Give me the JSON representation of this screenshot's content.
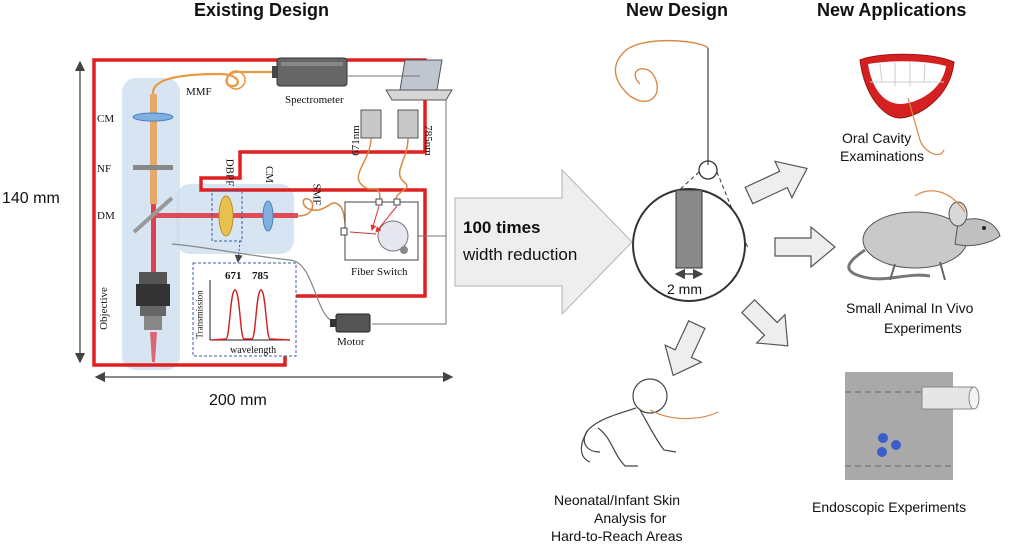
{
  "headers": {
    "existing": "Existing Design",
    "new_design": "New Design",
    "new_applications": "New Applications"
  },
  "dimensions": {
    "height": "140 mm",
    "width": "200 mm",
    "probe": "2 mm"
  },
  "setup": {
    "mmf": "MMF",
    "spectrometer": "Spectrometer",
    "cm_top": "CM",
    "nf": "NF",
    "dm": "DM",
    "objective": "Objective",
    "dbpf": "DBPF",
    "cm_side": "CM",
    "smf": "SMF",
    "laser_671": "671nm",
    "laser_785": "785nm",
    "fiber_switch": "Fiber Switch",
    "motor": "Motor",
    "inset_peak_1": "671",
    "inset_peak_2": "785",
    "inset_ylabel": "Transmission",
    "inset_xlabel": "wavelength"
  },
  "arrow": {
    "line1": "100 times",
    "line2": "width reduction"
  },
  "applications": {
    "oral_1": "Oral Cavity",
    "oral_2": "Examinations",
    "animal_1": "Small Animal In Vivo",
    "animal_2": "Experiments",
    "infant_1": "Neonatal/Infant Skin",
    "infant_2": "Analysis for",
    "infant_3": "Hard-to-Reach Areas",
    "endo": "Endoscopic Experiments"
  },
  "colors": {
    "housing_outline": "#e02020",
    "beam_red": "#e0303a",
    "beam_orange": "#e8a050",
    "fiber_orange": "#d98a45",
    "probe_gray": "#8a8a8a",
    "arrow_fill": "#eeeeee",
    "dot_blue": "#3a5fc8"
  },
  "icons": [
    "spectrometer-icon",
    "laptop-icon",
    "laser-icon",
    "motor-icon",
    "mouth-icon",
    "mouse-icon",
    "infant-icon",
    "endoscope-icon"
  ]
}
